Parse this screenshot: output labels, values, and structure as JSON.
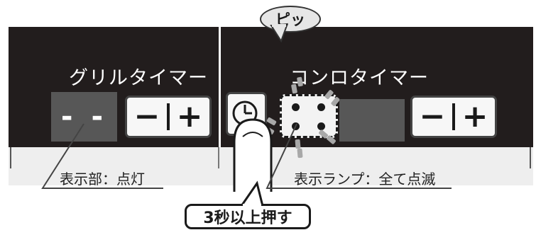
{
  "grill": {
    "title": "グリルタイマー",
    "display_value": "- -",
    "minus_label": "−",
    "plus_label": "+"
  },
  "konro": {
    "title": "コンロタイマー",
    "minus_label": "−",
    "plus_label": "+",
    "timer_icon": "clock-icon"
  },
  "beep_text": "ピッ",
  "annotations": {
    "display_note": "表示部：点灯",
    "lamp_note": "表示ランプ：全て点滅",
    "hold_instruction": "3秒以上押す"
  }
}
